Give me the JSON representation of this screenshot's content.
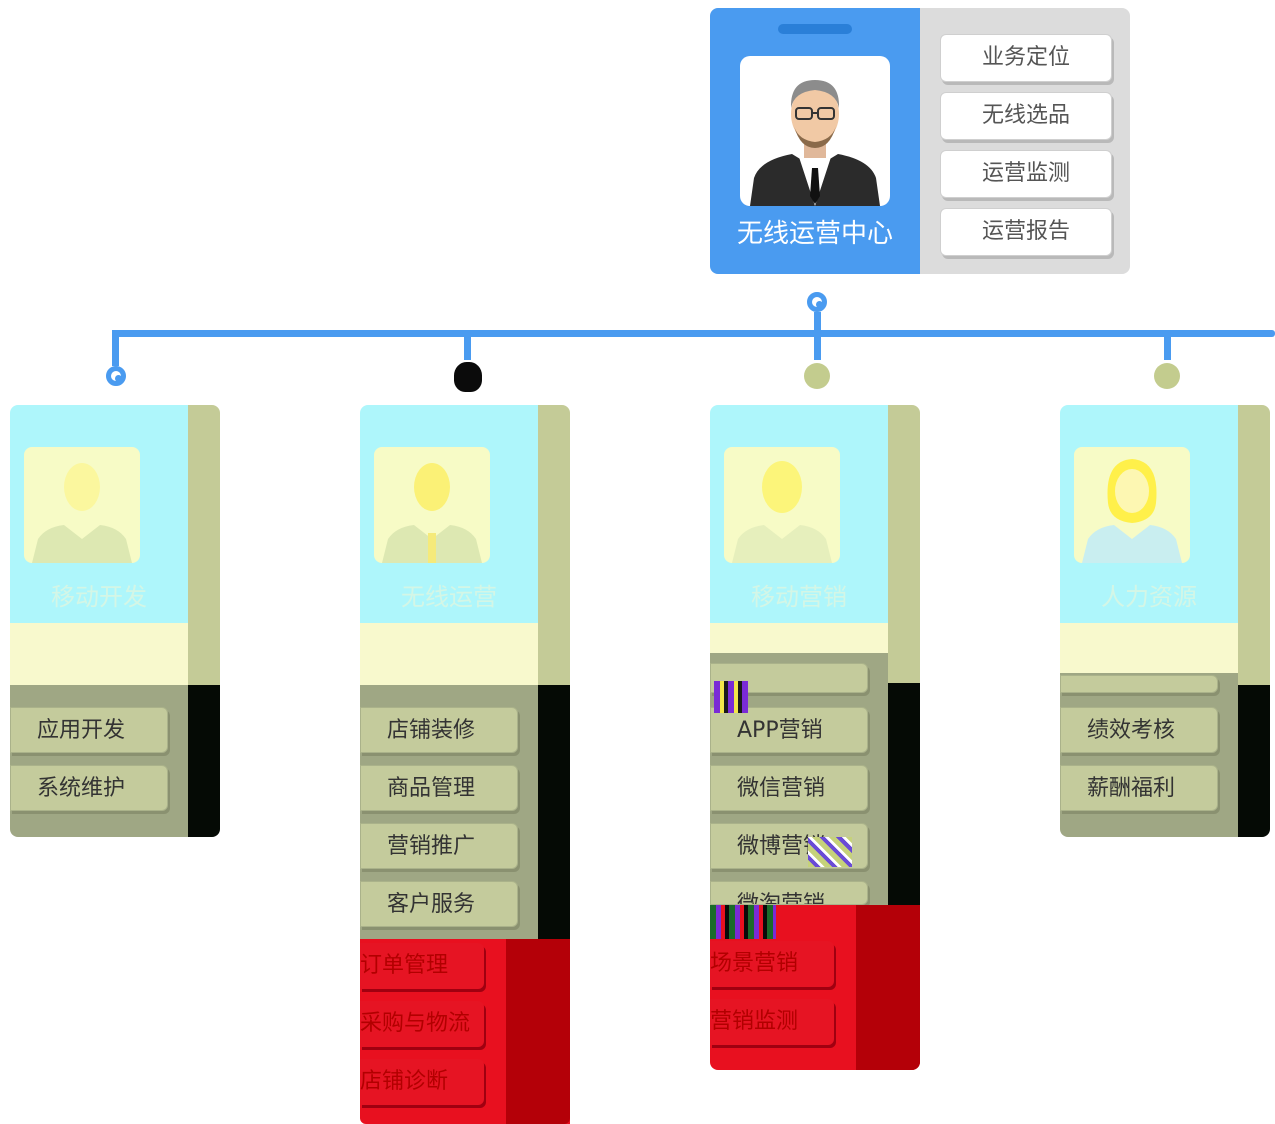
{
  "root": {
    "name": "无线运营中心",
    "functions": [
      "业务定位",
      "无线选品",
      "运营监测",
      "运营报告"
    ]
  },
  "branches": [
    {
      "title": "移动开发",
      "items": [
        "应用开发",
        "系统维护"
      ]
    },
    {
      "title": "无线运营",
      "items": [
        "店铺装修",
        "商品管理",
        "营销推广",
        "客户服务"
      ],
      "red_items": [
        "订单管理",
        "采购与物流",
        "店铺诊断"
      ]
    },
    {
      "title": "移动营销",
      "items": [
        "APP营销",
        "微信营销",
        "微博营销",
        "微淘营销"
      ],
      "red_items": [
        "场景营销",
        "营销监测"
      ]
    },
    {
      "title": "人力资源",
      "items": [
        "绩效考核",
        "薪酬福利"
      ]
    }
  ],
  "colors": {
    "primary_blue": "#4a9bf0",
    "card_cyan": "#aef6fb",
    "olive": "#c4cb97",
    "red": "#e8101f"
  }
}
